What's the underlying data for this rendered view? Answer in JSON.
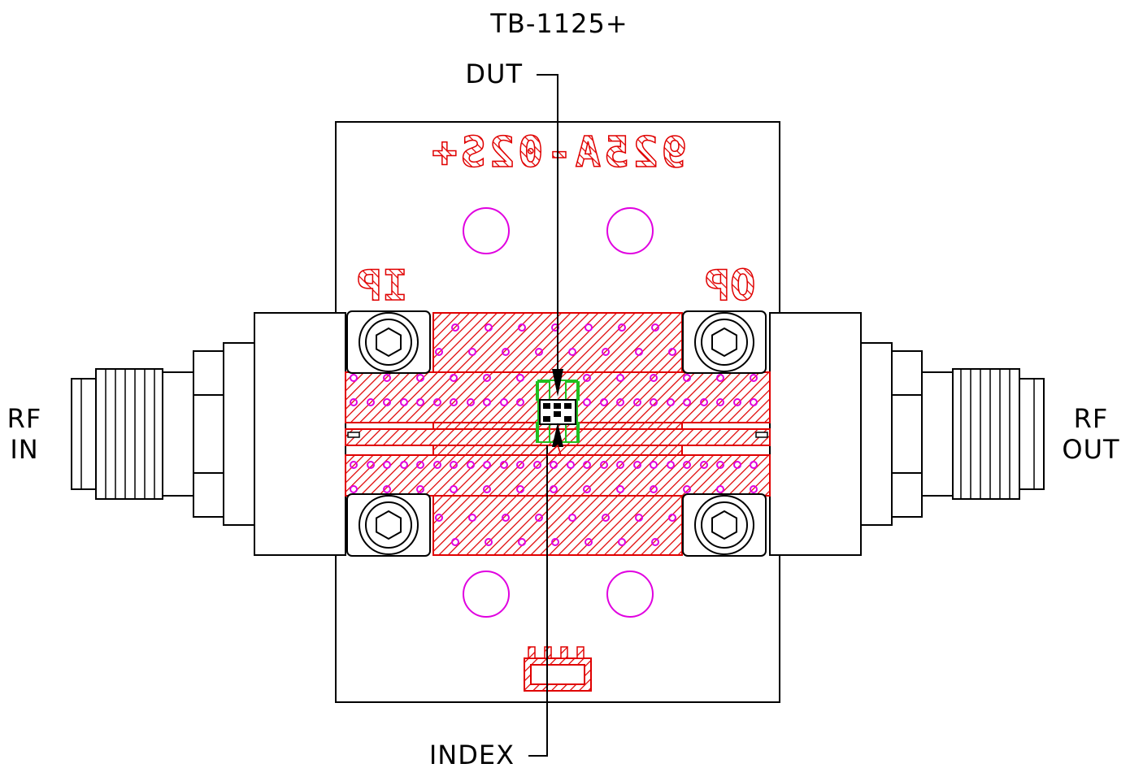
{
  "title": "TB-1125+",
  "labels": {
    "dut": "DUT",
    "index": "INDEX",
    "rf_in_line1": "RF",
    "rf_in_line2": "IN",
    "rf_out_line1": "RF",
    "rf_out_line2": "OUT"
  },
  "board": {
    "part_number": "925A-02S+",
    "input_marker": "IP",
    "output_marker": "OP"
  },
  "colors": {
    "copper": "#e00000",
    "via": "#e000e0",
    "component_pad": "#20c020",
    "outline": "#000000"
  }
}
